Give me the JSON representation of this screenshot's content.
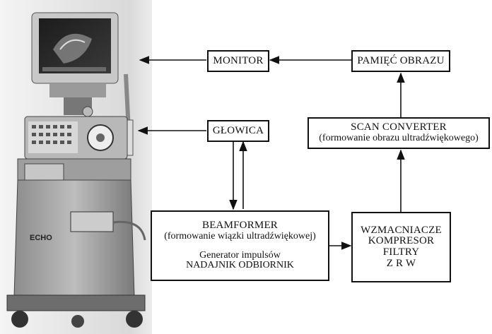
{
  "boxes": {
    "monitor": {
      "label": "MONITOR"
    },
    "pamiec": {
      "label": "PAMIĘĆ OBRAZU"
    },
    "glowica": {
      "label": "GŁOWICA"
    },
    "scan": {
      "line1": "SCAN CONVERTER",
      "line2": "(formowanie obrazu ultradźwiękowego)"
    },
    "beam": {
      "line1": "BEAMFORMER",
      "line2": "(formowanie wiązki ultradźwiękowej)",
      "line3": "Generator  impulsów",
      "line4": "NADAJNIK  ODBIORNIK"
    },
    "wzm": {
      "line1": "WZMACNIACZE",
      "line2": "KOMPRESOR",
      "line3": "FILTRY",
      "line4": "Z R W"
    }
  },
  "photo": {
    "label": "ECHO"
  }
}
